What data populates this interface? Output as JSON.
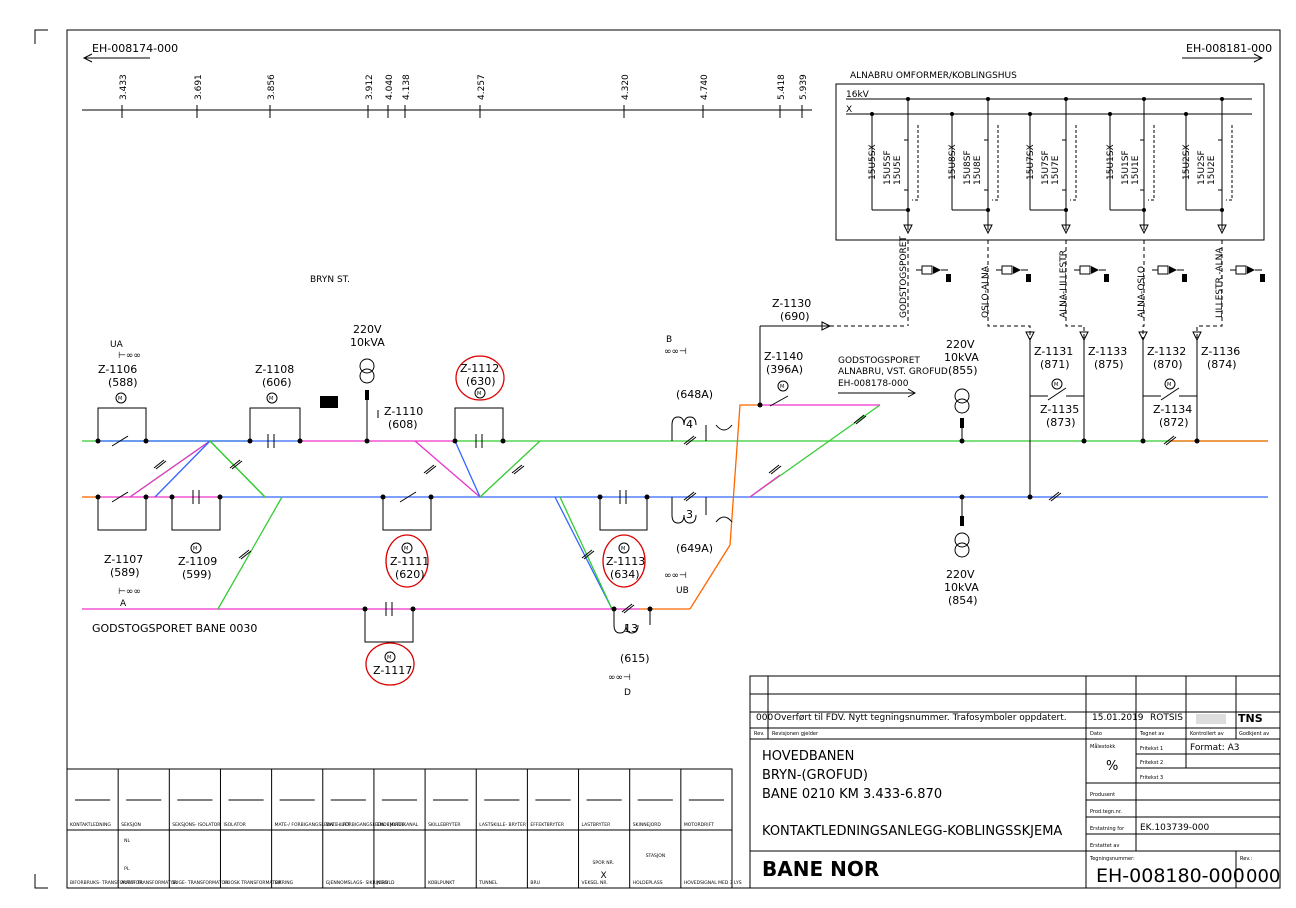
{
  "refs": {
    "left": "EH-008174-000",
    "right": "EH-008181-000"
  },
  "km_marks": [
    "3.433",
    "3.691",
    "3.856",
    "3.912",
    "4.040",
    "4.138",
    "4.257",
    "4.320",
    "4.740",
    "5.418",
    "5.939"
  ],
  "station": "BRYN ST.",
  "koblingshus": {
    "title": "ALNABRU OMFORMER/KOBLINGSHUS",
    "bus_16kv": "16kV",
    "bus_x": "X",
    "labels": [
      "15U5SX",
      "15U5SF",
      "15U5E",
      "15U8SX",
      "15U8SF",
      "15U8E",
      "15U7SX",
      "15U7SF",
      "15U7E",
      "15U1SX",
      "15U1SF",
      "15U1E",
      "15U2SX",
      "15U2SF",
      "15U2E"
    ]
  },
  "feeders": [
    "GODSTOGSPORET",
    "OSLO-ALNA",
    "ALNA-LILLESTR",
    "ALNA-OSLO",
    "LILLESTR.-ALNA"
  ],
  "signals": {
    "ua": "UA",
    "a": "A",
    "b": "B",
    "ub": "UB",
    "d": "D"
  },
  "switches": {
    "z1106": {
      "id": "Z-1106",
      "num": "(588)"
    },
    "z1107": {
      "id": "Z-1107",
      "num": "(589)"
    },
    "z1108": {
      "id": "Z-1108",
      "num": "(606)"
    },
    "z1109": {
      "id": "Z-1109",
      "num": "(599)"
    },
    "z1110": {
      "id": "Z-1110",
      "num": "(608)"
    },
    "z1111": {
      "id": "Z-1111",
      "num": "(620)"
    },
    "z1112": {
      "id": "Z-1112",
      "num": "(630)"
    },
    "z1113": {
      "id": "Z-1113",
      "num": "(634)"
    },
    "z1117": {
      "id": "Z-1117"
    },
    "z1130": {
      "id": "Z-1130",
      "num": "(690)"
    },
    "z1131": {
      "id": "Z-1131",
      "num": "(871)"
    },
    "z1132": {
      "id": "Z-1132",
      "num": "(870)"
    },
    "z1133": {
      "id": "Z-1133",
      "num": "(875)"
    },
    "z1134": {
      "id": "Z-1134",
      "num": "(872)"
    },
    "z1135": {
      "id": "Z-1135",
      "num": "(873)"
    },
    "z1136": {
      "id": "Z-1136",
      "num": "(874)"
    },
    "z1140": {
      "id": "Z-1140",
      "num": "(396A)"
    }
  },
  "transformers": {
    "t1": {
      "v": "220V",
      "p": "10kVA"
    },
    "t2": {
      "v": "220V",
      "p": "10kVA",
      "num": "(855)"
    },
    "t3": {
      "v": "220V",
      "p": "10kVA",
      "num": "(854)"
    }
  },
  "autotrafo": {
    "a648": {
      "n": "4",
      "num": "(648A)"
    },
    "a649": {
      "n": "3",
      "num": "(649A)"
    },
    "a615": {
      "n": "13",
      "num": "(615)"
    }
  },
  "godstog_ref": {
    "l1": "GODSTOGSPORET",
    "l2": "ALNABRU, VST. GROFUD",
    "l3": "EH-008178-000"
  },
  "godstog_bane": "GODSTOGSPORET BANE 0030",
  "legend": {
    "row1": [
      "KONTAKTLEDNING",
      "SEKSJON",
      "SEKSJONS- ISOLATOR",
      "ISOLATOR",
      "MATE-/ FORBIGANGSLEDN. I LUFT",
      "MATE-/ FORBIGANGSLEDN. I JORD/KANAL",
      "ENDEMUFFE",
      "SKILLEBRYTER",
      "LASTSKILLE- BRYTER",
      "EFFEKTBRYTER",
      "LASTBRYTER",
      "SKINNEJORD",
      "MOTORDRIFT"
    ],
    "row2": [
      "BIFORBRUKS- TRANSFORMATOR",
      "AUTO- TRANSFORMATOR",
      "SUGE- TRANSFORMATOR",
      "I KIOSK TRANSFORMATOR",
      "SIKRING",
      "GJENNOMSLAGS- SIKRING/VLD",
      "JORD",
      "KOBLPUNKT",
      "TUNNEL",
      "BRU",
      "VEKSEL NR.",
      "HOLDEPLASS",
      "HOVEDSIGNAL MED 3 LYS"
    ],
    "spor_nr": "SPOR NR.",
    "stasjon": "STASJON",
    "nl": "NL",
    "pl": "PL",
    "x": "X"
  },
  "title_block": {
    "rev_no": "000",
    "rev_text": "Overført til FDV. Nytt tegningsnummer. Trafosymboler oppdatert.",
    "rev_date": "15.01.2019",
    "rev_by": "ROTSIS",
    "rev_org": "TNS",
    "hdr_rev": "Rev.",
    "hdr_revisjon": "Revisjonen gjelder",
    "hdr_dato": "Dato",
    "hdr_tegnet": "Tegnet av",
    "hdr_kontrollert": "Kontrollert av",
    "hdr_godkjent": "Godkjent av",
    "title1": "HOVEDBANEN",
    "title2": "BRYN-(GROFUD)",
    "title3": "BANE 0210 KM 3.433-6.870",
    "title4": "KONTAKTLEDNINGSANLEGG-KOBLINGSSKJEMA",
    "malestokk": "Målestokk",
    "scale": "%",
    "fritekst1": "Fritekst 1",
    "fritekst2": "Fritekst 2",
    "fritekst3": "Fritekst 3",
    "format": "Format: A3",
    "produsent": "Produsent",
    "prod_nr": "Prod.tegn.nr.",
    "erstatning_for": "Erstatning for",
    "erstatning_val": "EK.103739-000",
    "erstattet_av": "Erstattet av",
    "tegningsnummer": "Tegningsnummer:",
    "drawing_no": "EH-008180-000",
    "rev_label": "Rev.:",
    "rev_val": "000",
    "logo": "BANE NOR"
  },
  "colors": {
    "green": "#33cc33",
    "blue": "#3366ff",
    "magenta": "#ee33cc",
    "orange": "#ff6600",
    "red": "#dd0000"
  }
}
